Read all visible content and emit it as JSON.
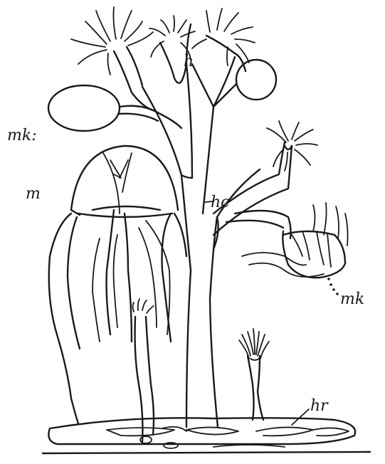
{
  "labels": {
    "h": "h",
    "hc": "hc",
    "m": "m",
    "mk_upper": "mk:",
    "mk_lower": "mk",
    "hr": "hr"
  },
  "colors": {
    "ink": "#1a1a1a",
    "paper": "#ffffff"
  }
}
